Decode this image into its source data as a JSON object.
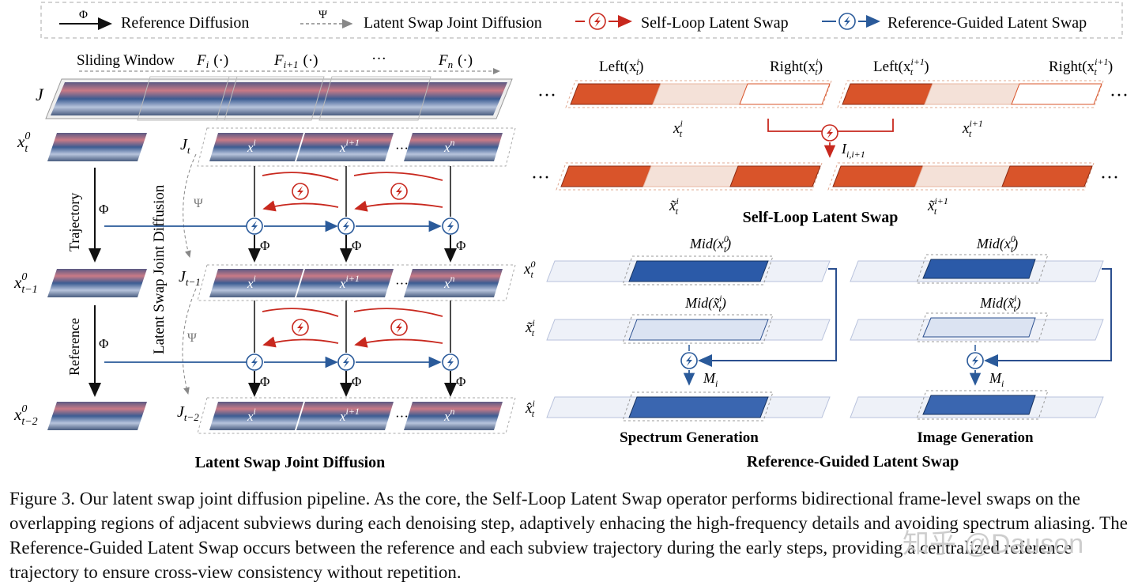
{
  "legend": {
    "phi_symbol": "Φ",
    "reference_diffusion": "Reference Diffusion",
    "psi_symbol": "Ψ",
    "joint_diffusion": "Latent Swap Joint Diffusion",
    "self_loop": "Self-Loop Latent Swap",
    "reference_guided": "Reference-Guided Latent Swap"
  },
  "left": {
    "sliding_window": "Sliding Window",
    "f_i": "F",
    "f_i_sub": "i",
    "f_i1_sub": "i+1",
    "f_n_sub": "n",
    "f_arg": "(·)",
    "ellipsis": "···",
    "J": "J",
    "Jt": "J",
    "Jt_sub": "t",
    "Jt1_sub": "t−1",
    "Jt2_sub": "t−2",
    "x": "x",
    "x0_sup": "0",
    "xt_sub": "t",
    "xt1_sub": "t−1",
    "xt2_sub": "t−2",
    "trajectory": "Trajectory",
    "reference": "Reference",
    "vertical_label": "Latent Swap Joint Diffusion",
    "phi": "Φ",
    "psi": "Ψ",
    "tile_i": "i",
    "tile_i1": "i+1",
    "tile_n": "n",
    "title": "Latent Swap Joint Diffusion"
  },
  "right": {
    "left_xti": "Left(x",
    "right_xti": "Right(x",
    "sup_i": "i",
    "sup_i1": "i+1",
    "sub_t": "t",
    "close": ")",
    "x_ti": "x",
    "i_label": "I",
    "i_sub": "i,i+1",
    "tilde_x": "x̃",
    "self_loop_title": "Self-Loop Latent Swap",
    "mid": "Mid(x",
    "mid_tilde": "Mid(x̃",
    "row_x0": "x",
    "row_tilde": "x̃",
    "row_hat": "x̂",
    "m": "M",
    "m_sub": "i",
    "spectrum": "Spectrum Generation",
    "image": "Image Generation",
    "title": "Reference-Guided Latent Swap"
  },
  "caption": "Figure 3. Our latent swap joint diffusion pipeline. As the core, the Self-Loop Latent Swap operator performs bidirectional frame-level swaps on the overlapping regions of adjacent subviews during each denoising step, adaptively enhacing the high-frequency details and avoiding spectrum aliasing. The Reference-Guided Latent Swap occurs between the reference and each subview trajectory during the early steps, providing a centralized reference trajectory to ensure cross-view consistency without repetition.",
  "watermark": "知乎 @Dauson",
  "colors": {
    "red": "#c8281e",
    "blue": "#2a5a9a",
    "orange": "#d9542a",
    "dark_blue": "#2b4f8f"
  }
}
